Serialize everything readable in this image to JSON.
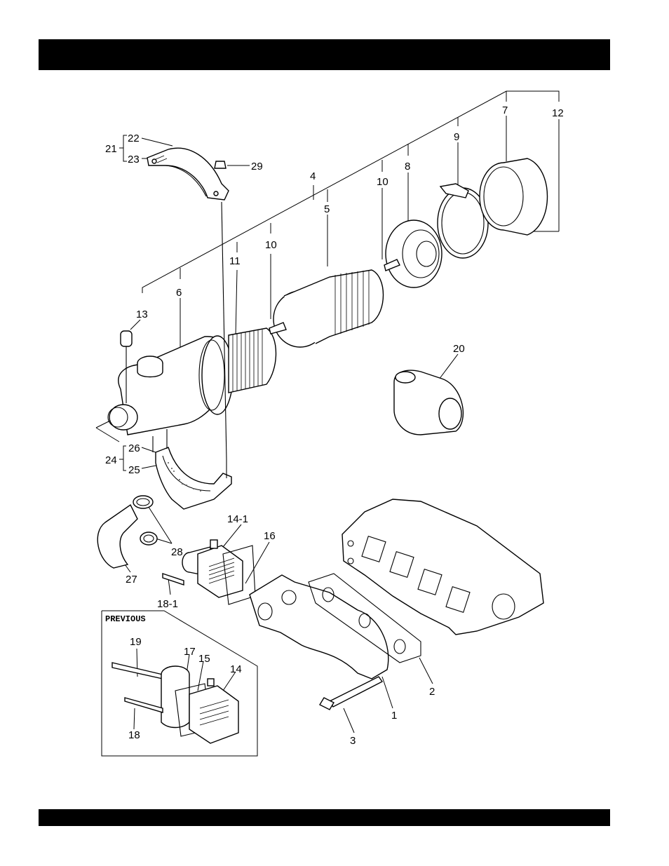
{
  "header_bar": {
    "text": ""
  },
  "footer_bar": {
    "text": ""
  },
  "inset": {
    "label": "PREVIOUS"
  },
  "callouts": [
    {
      "id": "c-21",
      "text": "21"
    },
    {
      "id": "c-22",
      "text": "22"
    },
    {
      "id": "c-23",
      "text": "23"
    },
    {
      "id": "c-29",
      "text": "29"
    },
    {
      "id": "c-4",
      "text": "4"
    },
    {
      "id": "c-5",
      "text": "5"
    },
    {
      "id": "c-10a",
      "text": "10"
    },
    {
      "id": "c-10b",
      "text": "10"
    },
    {
      "id": "c-11",
      "text": "11"
    },
    {
      "id": "c-6",
      "text": "6"
    },
    {
      "id": "c-13",
      "text": "13"
    },
    {
      "id": "c-8",
      "text": "8"
    },
    {
      "id": "c-9",
      "text": "9"
    },
    {
      "id": "c-7",
      "text": "7"
    },
    {
      "id": "c-12",
      "text": "12"
    },
    {
      "id": "c-20",
      "text": "20"
    },
    {
      "id": "c-24",
      "text": "24"
    },
    {
      "id": "c-26",
      "text": "26"
    },
    {
      "id": "c-25",
      "text": "25"
    },
    {
      "id": "c-28",
      "text": "28"
    },
    {
      "id": "c-27",
      "text": "27"
    },
    {
      "id": "c-14-1",
      "text": "14-1"
    },
    {
      "id": "c-16",
      "text": "16"
    },
    {
      "id": "c-18-1",
      "text": "18-1"
    },
    {
      "id": "c-19",
      "text": "19"
    },
    {
      "id": "c-17",
      "text": "17"
    },
    {
      "id": "c-15",
      "text": "15"
    },
    {
      "id": "c-14",
      "text": "14"
    },
    {
      "id": "c-18",
      "text": "18"
    },
    {
      "id": "c-1",
      "text": "1"
    },
    {
      "id": "c-2",
      "text": "2"
    },
    {
      "id": "c-3",
      "text": "3"
    }
  ]
}
